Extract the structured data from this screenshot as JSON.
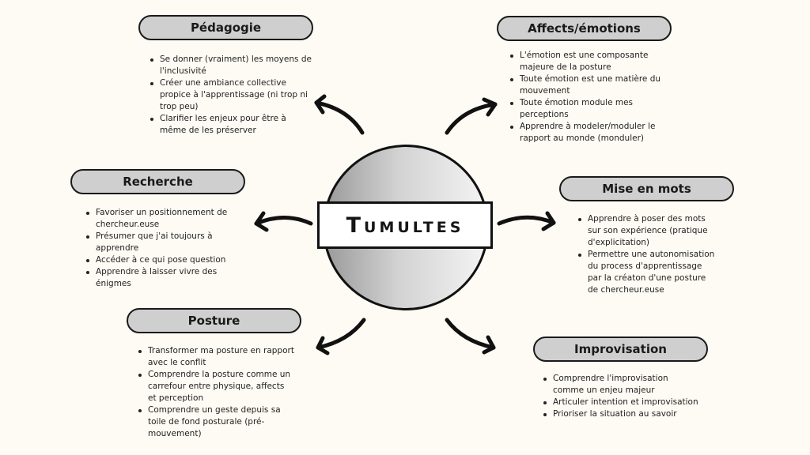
{
  "center": {
    "title": "Tumultes"
  },
  "nodes": {
    "pedagogie": {
      "title": "Pédagogie",
      "items": [
        "Se donner (vraiment) les moyens de l'inclusivité",
        "Créer une ambiance collective propice à l'apprentissage (ni trop ni trop peu)",
        "Clarifier les enjeux pour être à même de les préserver"
      ]
    },
    "affects": {
      "title": "Affects/émotions",
      "items": [
        "L'émotion est une composante majeure de la posture",
        "Toute émotion est une matière du mouvement",
        "Toute émotion module mes perceptions",
        "Apprendre à modeler/moduler le rapport au monde (monduler)"
      ]
    },
    "recherche": {
      "title": "Recherche",
      "items": [
        "Favoriser un positionnement de chercheur.euse",
        "Présumer que j'ai toujours à apprendre",
        "Accéder à ce qui pose question",
        "Apprendre à laisser vivre des énigmes"
      ]
    },
    "mise_en_mots": {
      "title": "Mise en mots",
      "items": [
        "Apprendre à poser des mots sur son expérience (pratique d'explicitation)",
        "Permettre une autonomisation du process d'apprentissage par la créaton d'une posture de chercheur.euse"
      ]
    },
    "posture": {
      "title": "Posture",
      "items": [
        "Transformer ma posture en rapport avec le conflit",
        "Comprendre la posture comme un carrefour entre physique, affects et perception",
        "Comprendre un geste depuis sa toile de fond posturale (pré-mouvement)"
      ]
    },
    "improvisation": {
      "title": "Improvisation",
      "items": [
        "Comprendre l'improvisation comme un enjeu majeur",
        "Articuler intention et improvisation",
        "Prioriser la situation au savoir"
      ]
    }
  },
  "colors": {
    "background": "#fdfbf4",
    "pill": "#cfcfcf",
    "stroke": "#1a1a1a"
  }
}
